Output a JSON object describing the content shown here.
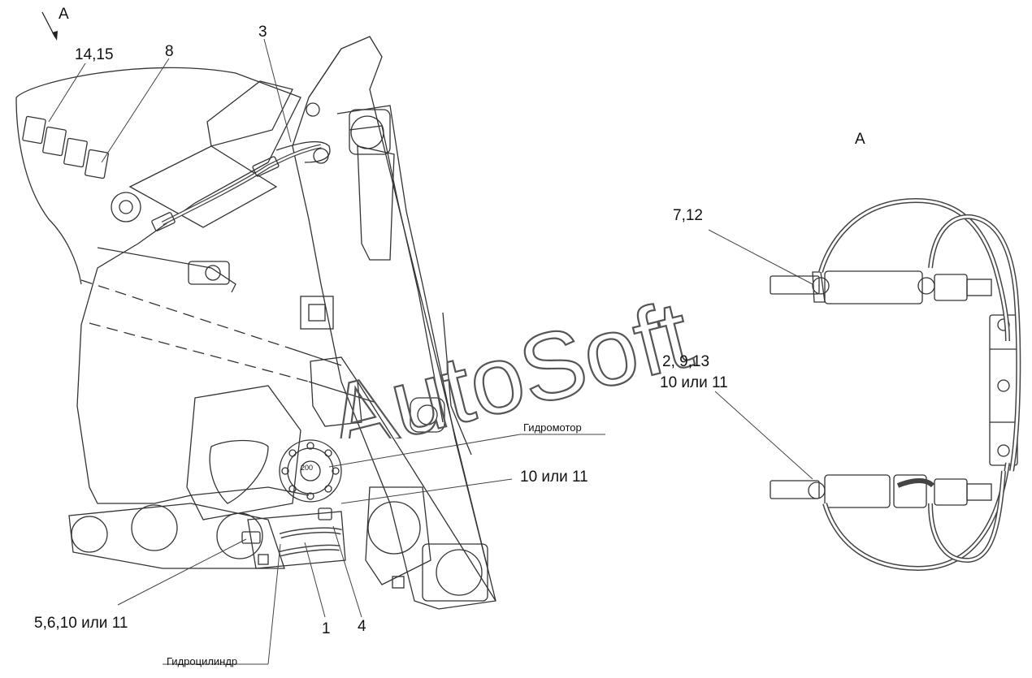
{
  "view_arrow_label": "А",
  "view_title": "А",
  "callouts": {
    "c_14_15": "14,15",
    "c_8": "8",
    "c_3": "3",
    "c_7_12": "7,12",
    "c_2_9_13": "2, 9,13",
    "c_10_or_11_right": "10 или 11",
    "c_hydromotor": "Гидромотор",
    "c_10_or_11": "10 или 11",
    "c_5_6_10_11": "5,6,10 или 11",
    "c_1": "1",
    "c_4": "4",
    "c_hydrocylinder": "Гидроцилиндр"
  },
  "motor_badge": "200",
  "watermark": "AutoSoft"
}
